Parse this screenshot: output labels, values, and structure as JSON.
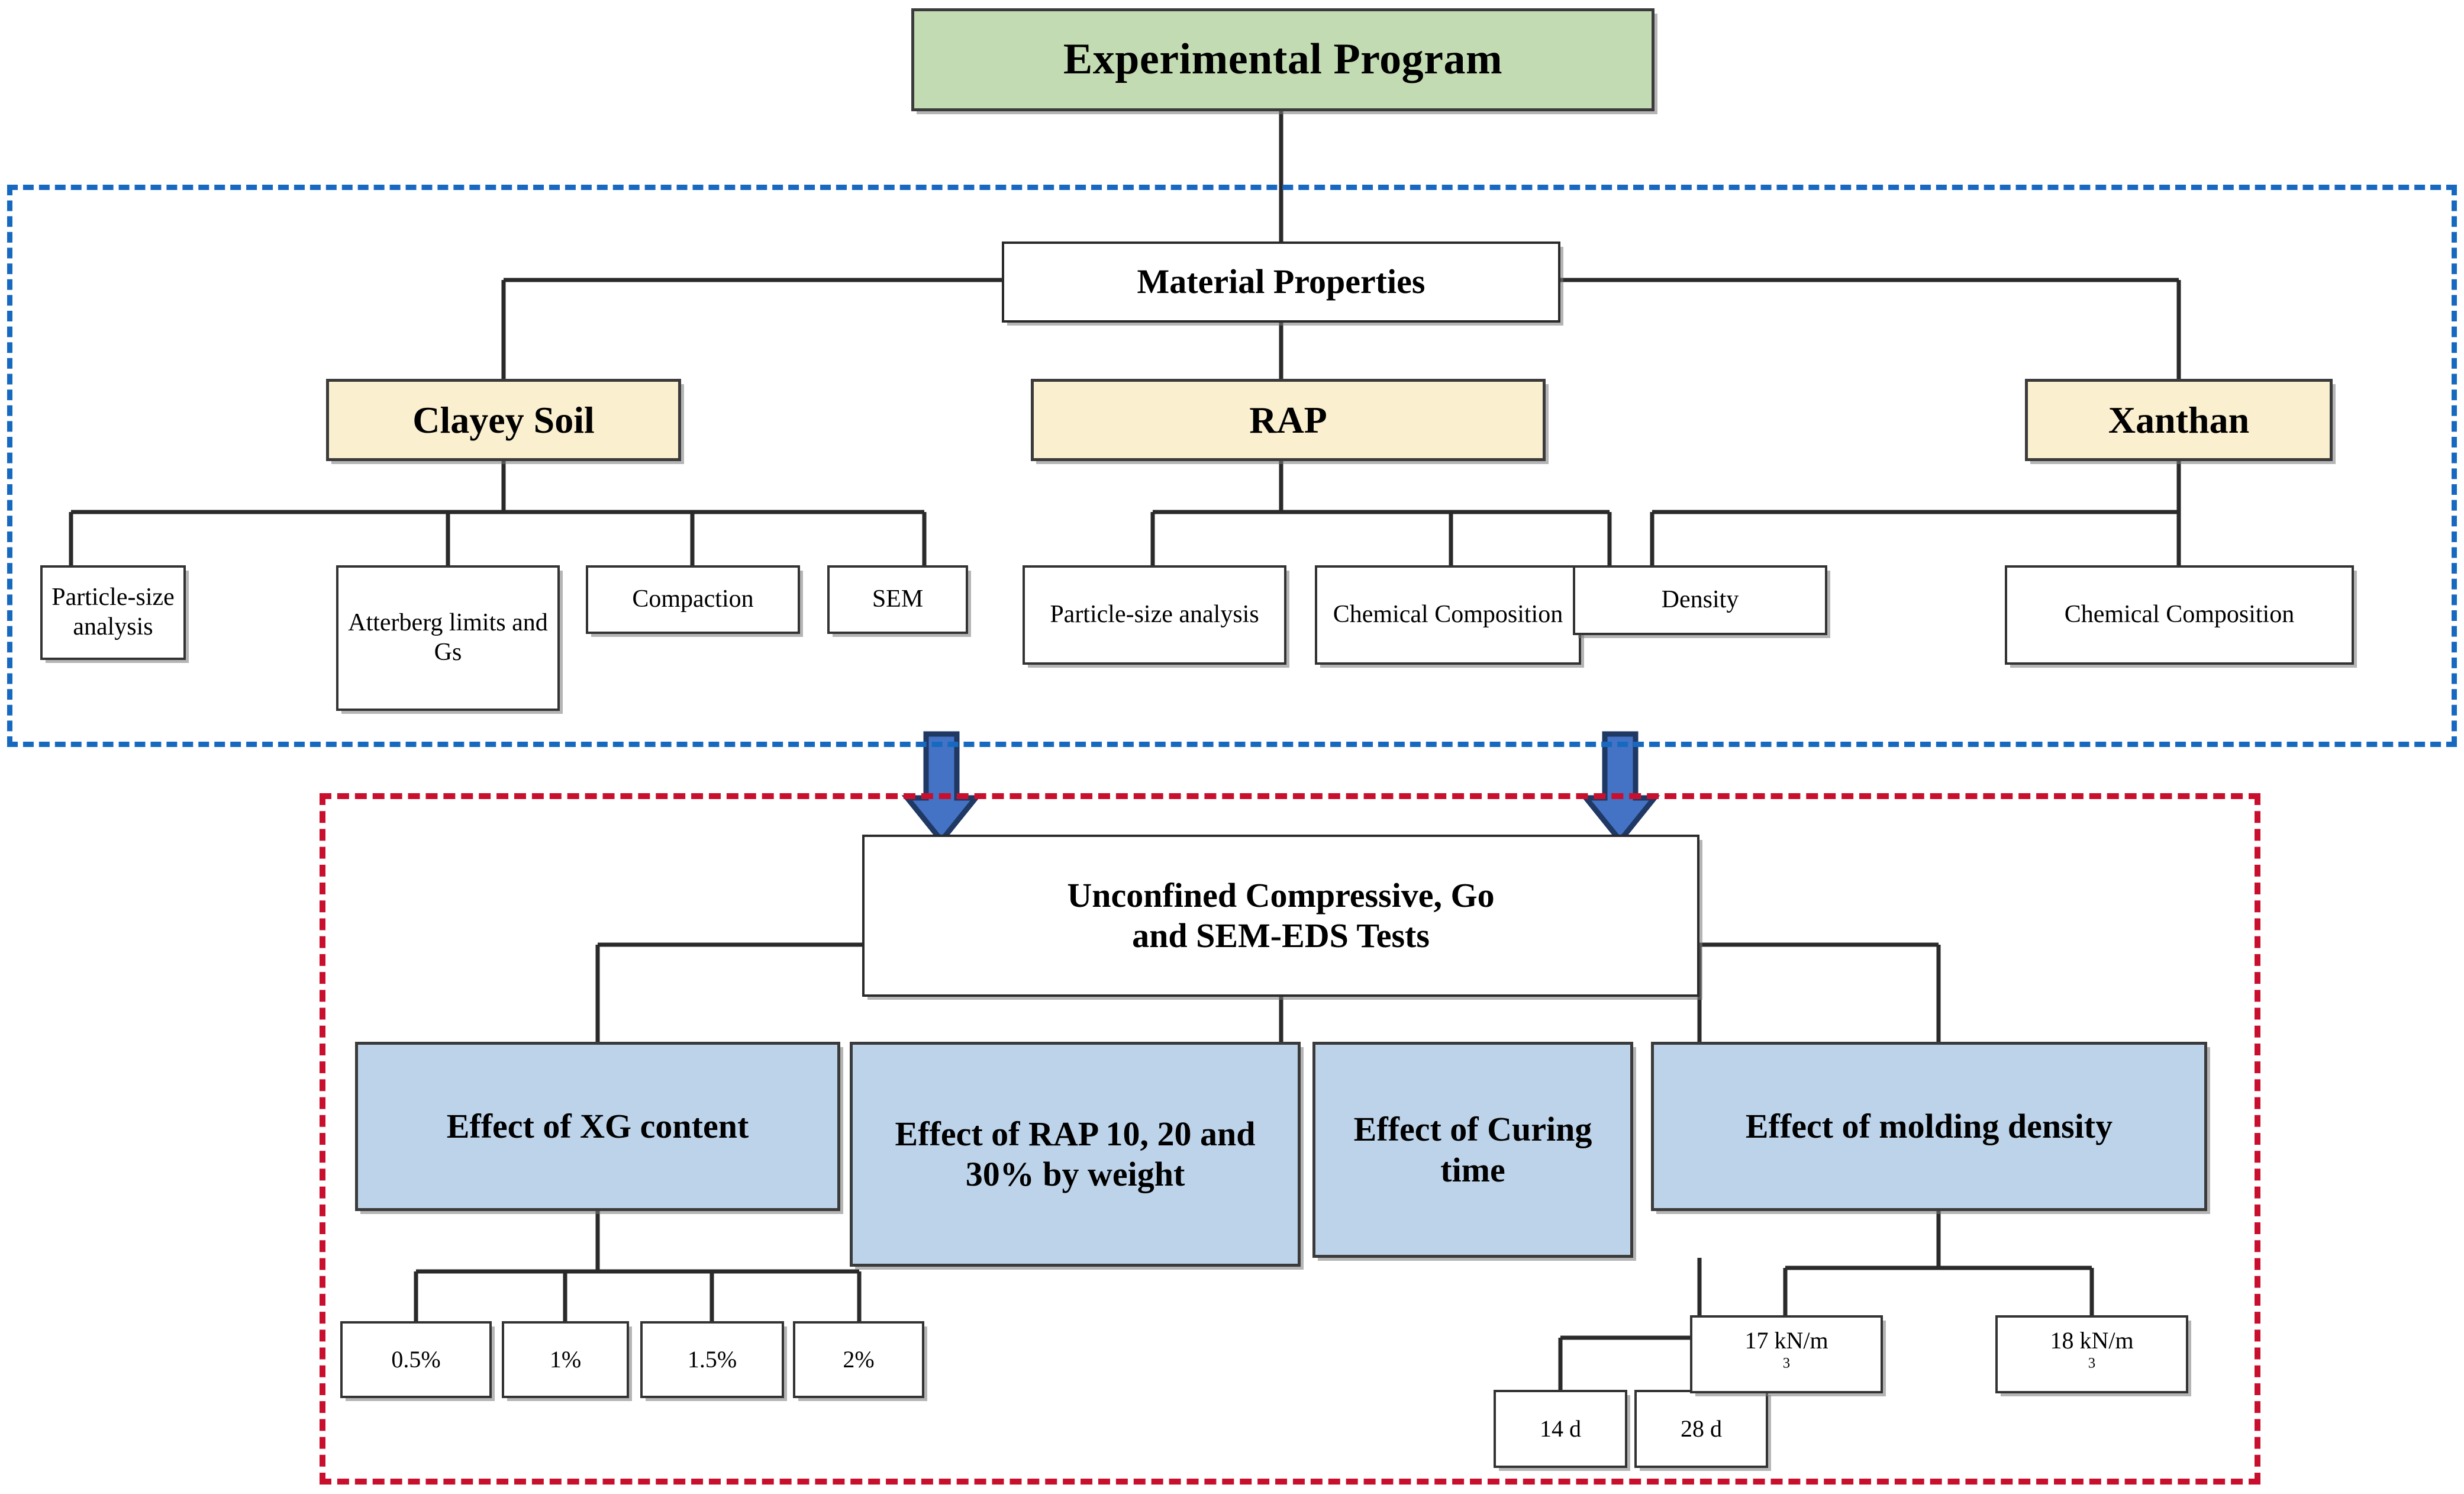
{
  "diagram": {
    "title": "Experimental Program",
    "colors": {
      "root_fill": "#C3DBB2",
      "material_fill": "#FAEFCF",
      "effect_fill": "#BDD3E9",
      "leaf_fill": "#FFFFFF",
      "upper_zone_border": "#1769C0",
      "lower_zone_border": "#C8102E",
      "arrow_fill": "#4472C4",
      "arrow_stroke": "#1F3864",
      "box_stroke": "#2A2A2A"
    }
  },
  "root": {
    "label": "Experimental Program"
  },
  "upper_section": {
    "header": {
      "label": "Material Properties"
    },
    "materials": [
      {
        "label": "Clayey Soil",
        "tests": [
          {
            "label": "Particle-size analysis"
          },
          {
            "label": "Atterberg limits and Gs"
          },
          {
            "label": "Compaction"
          },
          {
            "label": "SEM"
          }
        ]
      },
      {
        "label": "RAP",
        "tests": [
          {
            "label": "Particle-size analysis"
          },
          {
            "label": "Chemical Composition"
          },
          {
            "label": "Density"
          }
        ]
      },
      {
        "label": "Xanthan",
        "tests": [
          {
            "label": "Density"
          },
          {
            "label": "Chemical Composition"
          }
        ]
      }
    ]
  },
  "connectors": {
    "arrow_left": {
      "name": "down-arrow-left"
    },
    "arrow_right": {
      "name": "down-arrow-right"
    }
  },
  "lower_section": {
    "header": {
      "line1": "Unconfined Compressive, Go",
      "line2": "and SEM-EDS Tests"
    },
    "effects": [
      {
        "label": "Effect of XG content",
        "values": [
          {
            "label": "0.5%"
          },
          {
            "label": "1%"
          },
          {
            "label": "1.5%"
          },
          {
            "label": "2%"
          }
        ]
      },
      {
        "label": "Effect of RAP 10, 20 and 30% by weight",
        "values": []
      },
      {
        "label": "Effect of Curing time",
        "values": [
          {
            "label": "14 d"
          },
          {
            "label": "28 d"
          }
        ]
      },
      {
        "label": "Effect of molding density",
        "values": [
          {
            "label": "17 kN/m",
            "sup": "3"
          },
          {
            "label": "18 kN/m",
            "sup": "3"
          }
        ]
      }
    ]
  }
}
